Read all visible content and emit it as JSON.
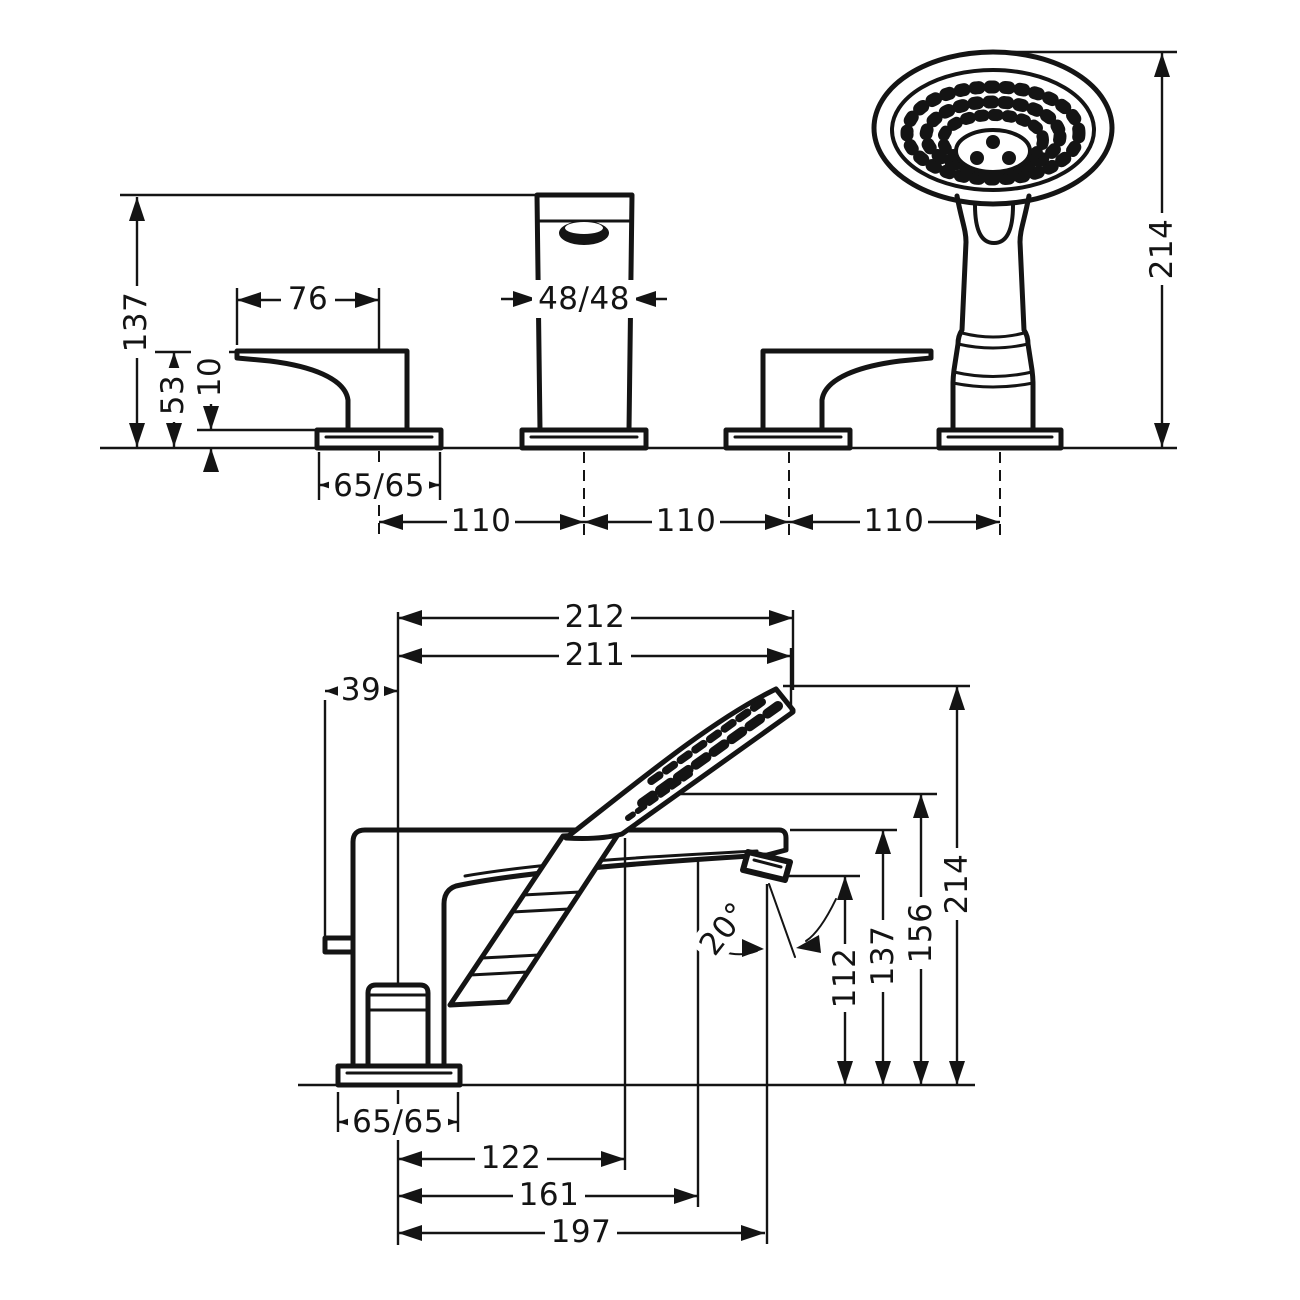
{
  "front_view": {
    "overall_height": "137",
    "handle_height": "53",
    "escutcheon_height": "10",
    "handle_length": "76",
    "spout_section": "48/48",
    "escutcheon_size": "65/65",
    "spacing_1": "110",
    "spacing_2": "110",
    "spacing_3": "110",
    "handshower_height": "214"
  },
  "side_view": {
    "overall_depth": "212",
    "head_depth": "211",
    "rear_offset": "39",
    "spout_angle": "20°",
    "outlet_height": "112",
    "body_height": "137",
    "mid_height": "156",
    "handshower_height": "214",
    "escutcheon_size": "65/65",
    "reach_spout": "122",
    "reach_mid": "161",
    "reach_front": "197"
  }
}
